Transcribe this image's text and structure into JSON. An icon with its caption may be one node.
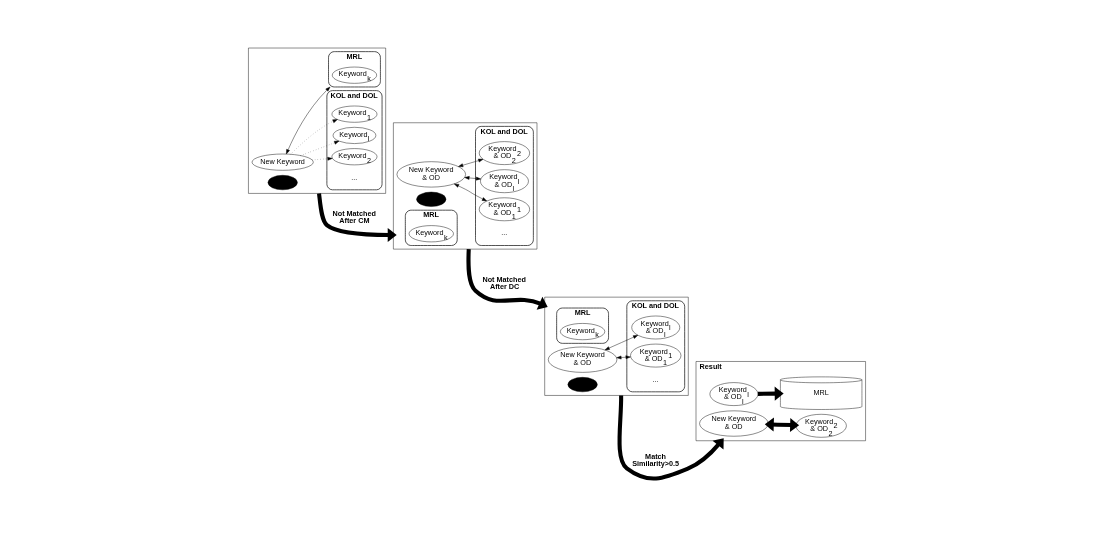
{
  "diagram": {
    "nodes": [
      {
        "text": [],
        "shape": "box"
      },
      {
        "text": [
          "MRL"
        ],
        "in": 0
      },
      {
        "text": [
          "Keyword$_{k}$"
        ],
        "in": 1
      },
      {
        "text": [
          "KOL and DOL"
        ],
        "in": 0
      },
      {
        "text": [
          "New Keyword"
        ],
        "in": 0
      },
      {
        "text": [],
        "shape": "oval",
        "in": 0
      },
      {
        "text": [
          "Keyword$_{1}$"
        ],
        "in": 3
      },
      {
        "text": [
          "Keyword$_{2}$"
        ],
        "in": 3
      },
      {
        "text": [
          "Keyword$_{l}$"
        ],
        "in": 3
      },
      {
        "text": [],
        "shape": "box"
      },
      {
        "text": [
          "MRL"
        ],
        "in": 9
      },
      {
        "text": [
          "Keyword$_{k}$"
        ],
        "in": 10
      },
      {
        "text": [
          "KOL and DOL"
        ],
        "in": 9
      },
      {
        "text": [
          "New Keyword & OD"
        ],
        "in": 9
      },
      {
        "text": [],
        "shape": "oval",
        "in": 9
      },
      {
        "text": [
          "Keyword$_{1}$ & OD$_{1}$"
        ],
        "in": 12
      },
      {
        "text": [
          "Keyword$_{2}$ & OD$_{2}$"
        ],
        "in": 12
      },
      {
        "text": [
          "Keyword$_{l}$ & OD$_{l}$"
        ],
        "in": 12
      },
      {
        "text": [],
        "shape": "box"
      },
      {
        "text": [
          "MRL"
        ],
        "in": 18
      },
      {
        "text": [
          "Keyword$_{k}$"
        ],
        "in": 19
      },
      {
        "text": [
          "KOL and DOL"
        ],
        "in": 18
      },
      {
        "text": [
          "New Keyword & OD"
        ],
        "in": 18
      },
      {
        "text": [],
        "shape": "oval",
        "in": 18
      },
      {
        "text": [
          "Keyword$_{1}$ & OD$_{1}$"
        ],
        "in": 21
      },
      {
        "text": [
          "Keyword$_{l}$ & OD$_{l}$"
        ],
        "in": 21
      },
      {
        "text": [
          "Result"
        ]
      },
      {
        "text": [
          "New Keyword & OD"
        ],
        "in": 26
      },
      {
        "text": [
          "Keyword$_{2}$ & OD$_{2}$"
        ],
        "in": 26
      },
      {
        "text": [
          "Keyword$_{l}$ & OD$_{l}$"
        ],
        "in": 26
      },
      {
        "text": [
          "MRL"
        ],
        "in": 26
      }
    ],
    "edges": [
      {
        "from": 4,
        "to": 1,
        "arrow": "both"
      },
      {
        "from": 4,
        "to": 6,
        "arrow": "to",
        "style": "dashed"
      },
      {
        "from": 4,
        "to": 7,
        "arrow": "to",
        "style": "dashed"
      },
      {
        "from": 4,
        "to": 8,
        "arrow": "to",
        "style": "dashed"
      },
      {
        "from": 0,
        "to": 9,
        "arrow": "to",
        "label": "Not Matched After CM",
        "style": "thick"
      },
      {
        "from": 13,
        "to": 15,
        "arrow": "both"
      },
      {
        "from": 13,
        "to": 16,
        "arrow": "both"
      },
      {
        "from": 13,
        "to": 17,
        "arrow": "both"
      },
      {
        "from": 9,
        "to": 18,
        "arrow": "to",
        "label": "Not Matched After DC",
        "style": "thick"
      },
      {
        "from": 22,
        "to": 24,
        "arrow": "both"
      },
      {
        "from": 22,
        "to": 25,
        "arrow": "both"
      },
      {
        "from": 18,
        "to": 26,
        "arrow": "to",
        "label": "Match Similarity>0.5",
        "style": "thick"
      },
      {
        "from": 27,
        "to": 28,
        "arrow": "both",
        "style": "thick"
      },
      {
        "from": 29,
        "to": 30,
        "arrow": "to",
        "style": "thick"
      }
    ],
    "labels": [
      "...",
      "...",
      "..."
    ]
  }
}
